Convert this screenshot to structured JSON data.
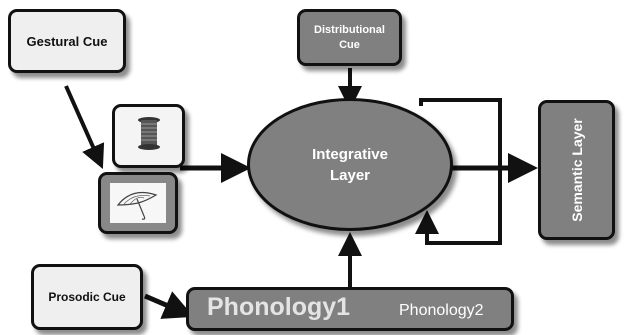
{
  "nodes": {
    "gestural_cue": "Gestural Cue",
    "distributional_cue_line1": "Distributional",
    "distributional_cue_line2": "Cue",
    "prosodic_cue": "Prosodic Cue",
    "integrative_layer_line1": "Integrative",
    "integrative_layer_line2": "Layer",
    "semantic_layer": "Semantic Layer",
    "phonology1": "Phonology1",
    "phonology2": "Phonology2"
  },
  "images": {
    "top": "spool-icon",
    "bottom": "umbrella-icon"
  },
  "colors": {
    "dark_fill": "#808080",
    "light_fill": "#efefef",
    "stroke": "#111111"
  }
}
